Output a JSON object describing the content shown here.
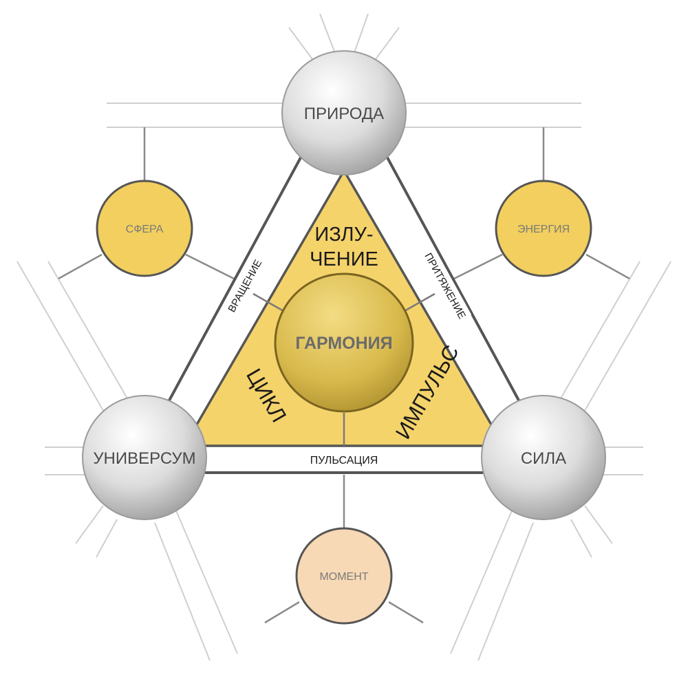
{
  "nodes": {
    "top": "ПРИРОДА",
    "left": "УНИВЕРСУМ",
    "right": "СИЛА",
    "center": "ГАРМОНИЯ"
  },
  "satellites": {
    "upper_left": "СФЕРА",
    "upper_right": "ЭНЕРГИЯ",
    "bottom": "МОМЕНТ"
  },
  "edges": {
    "left": "ВРАЩЕНИЕ",
    "right": "ПРИТЯЖЕНИЕ",
    "bottom": "ПУЛЬСАЦИЯ"
  },
  "sectors": {
    "top_line1": "ИЗЛУ-",
    "top_line2": "ЧЕНИЕ",
    "left": "ЦИКЛ",
    "right": "ИМПУЛЬС"
  },
  "colors": {
    "triangle_fill": "#f5d36b",
    "satellite_gold": "#f2cf5e",
    "satellite_peach": "#f8d9b5",
    "outline": "#555555",
    "connector": "#c8c8c8"
  }
}
